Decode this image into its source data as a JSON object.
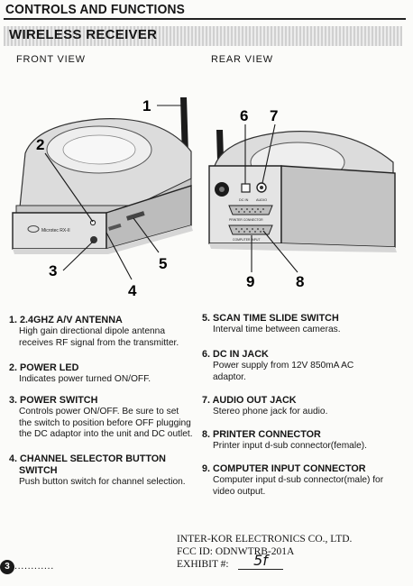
{
  "header": {
    "title": "CONTROLS AND FUNCTIONS",
    "section": "WIRELESS RECEIVER"
  },
  "views": {
    "front": "FRONT VIEW",
    "rear": "REAR VIEW"
  },
  "callouts": [
    "1",
    "2",
    "3",
    "4",
    "5",
    "6",
    "7",
    "8",
    "9"
  ],
  "device_labels": {
    "brand": "Microtec RX-II",
    "dc_in": "DC IN",
    "audio": "AUDIO",
    "printer_connector": "PRINTER CONNECTOR",
    "computer_input": "COMPUTER INPUT"
  },
  "items": [
    {
      "num": "1.",
      "title": "2.4GHZ A/V ANTENNA",
      "desc": [
        "High gain directional dipole antenna",
        "receives RF signal from the transmitter."
      ]
    },
    {
      "num": "2.",
      "title": "POWER LED",
      "desc": [
        "Indicates power turned ON/OFF."
      ]
    },
    {
      "num": "3.",
      "title": "POWER SWITCH",
      "desc": [
        "Controls power ON/OFF. Be sure to set",
        "the switch to position before OFF plugging",
        "the DC adaptor into the unit and DC outlet."
      ]
    },
    {
      "num": "4.",
      "title": "CHANNEL SELECTOR BUTTON",
      "title2": "SWITCH",
      "desc": [
        "Push button switch for channel selection."
      ]
    },
    {
      "num": "5.",
      "title": "SCAN TIME SLIDE SWITCH",
      "desc": [
        "Interval time between cameras."
      ]
    },
    {
      "num": "6.",
      "title": "DC IN JACK",
      "desc": [
        "Power supply from 12V 850mA AC",
        "adaptor."
      ]
    },
    {
      "num": "7.",
      "title": "AUDIO OUT JACK",
      "desc": [
        "Stereo phone jack for audio."
      ]
    },
    {
      "num": "8.",
      "title": "PRINTER CONNECTOR",
      "desc": [
        "Printer input d-sub connector(female)."
      ]
    },
    {
      "num": "9.",
      "title": "COMPUTER INPUT CONNECTOR",
      "desc": [
        "Computer input d-sub connector(male) for",
        "video output."
      ]
    }
  ],
  "footer": {
    "company": "INTER-KOR ELECTRONICS CO., LTD.",
    "fcc": "FCC ID: ODNWTRB-201A",
    "exhibit_label": "EXHIBIT #:",
    "exhibit_value": "5f",
    "page_number": "3",
    "page_dots": "............"
  }
}
